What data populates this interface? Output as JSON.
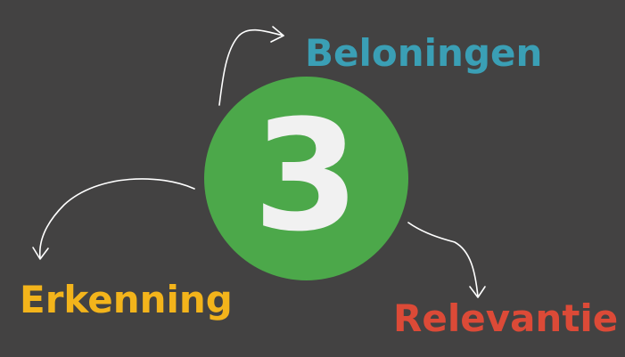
{
  "center": {
    "number": "3",
    "color": "#4ca84a"
  },
  "labels": {
    "beloningen": {
      "text": "Beloningen",
      "color": "#3a9fb5"
    },
    "erkenning": {
      "text": "Erkenning",
      "color": "#f3b41b"
    },
    "relevantie": {
      "text": "Relevantie",
      "color": "#dc4a37"
    }
  },
  "colors": {
    "background": "#434242",
    "arrow": "#ffffff",
    "number": "#f1f1f1"
  }
}
